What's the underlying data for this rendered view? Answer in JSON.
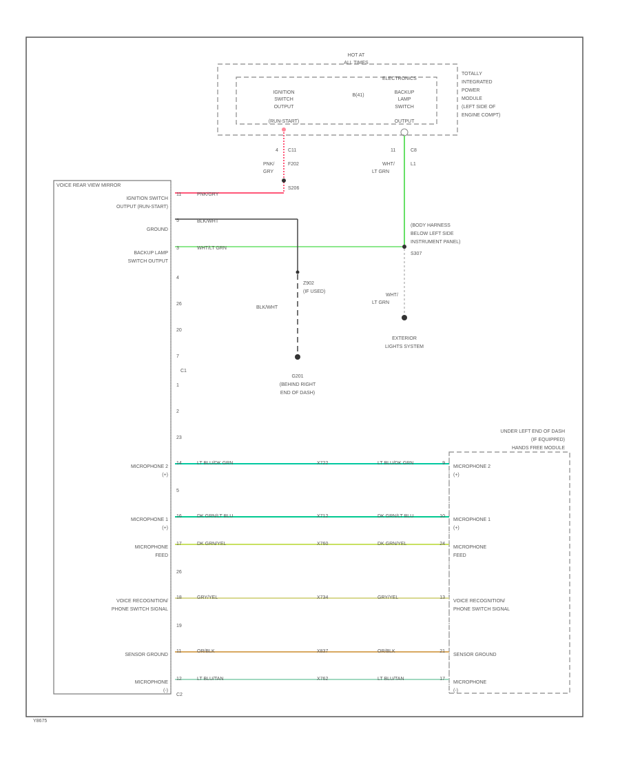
{
  "power_box": {
    "hot_at": [
      "HOT AT",
      "ALL TIMES"
    ],
    "module_name": [
      "TOTALLY",
      "INTEGRATED",
      "POWER",
      "MODULE",
      "(LEFT SIDE OF",
      "ENGINE COMPT)"
    ],
    "electronics_label": "ELECTRONICS",
    "connector_bu": "B(41)",
    "ignition_output": [
      "IGNITION",
      "SWITCH",
      "OUTPUT",
      "(RUN-START)"
    ],
    "backup_output": [
      "BACKUP",
      "LAMP",
      "SWITCH",
      "OUTPUT"
    ]
  },
  "upper_wires": {
    "ign_pin": "4",
    "ign_conn": "C11",
    "ign_color": [
      "PNK/",
      "GRY"
    ],
    "ign_circuit": "F202",
    "backup_pin": "11",
    "backup_conn": "C8",
    "backup_color": [
      "WHT/",
      "LT GRN"
    ],
    "backup_circuit": "L1",
    "splice_ign": "S206"
  },
  "mirror": {
    "title": "VOICE REAR VIEW MIRROR",
    "pins_left": [
      {
        "label": [
          "IGNITION SWITCH",
          "OUTPUT (RUN-START)"
        ],
        "pin": "11",
        "wire": "PNK/GRY"
      },
      {
        "label": [
          "GROUND"
        ],
        "pin": "5",
        "wire": "BLK/WHT"
      },
      {
        "label": [
          "BACKUP LAMP",
          "SWITCH OUTPUT"
        ],
        "pin": "3",
        "wire": "WHT/LT GRN"
      }
    ],
    "empty_pins": [
      "4",
      "26",
      "20",
      "7",
      "C1",
      "1",
      "2",
      "23"
    ],
    "connector_c1": "C1"
  },
  "ground": {
    "circuit": "Z902",
    "note": "(IF USED)",
    "wire": "BLK/WHT",
    "label": [
      "G201",
      "(BEHIND RIGHT",
      "END OF DASH)"
    ]
  },
  "body_harness": {
    "label": [
      "(BODY HARNESS",
      "BELOW LEFT SIDE",
      "INSTRUMENT PANEL)",
      "S307"
    ],
    "wire": [
      "WHT/",
      "LT GRN"
    ],
    "dest": [
      "EXTERIOR",
      "LIGHTS SYSTEM"
    ]
  },
  "handsfree": {
    "location": [
      "UNDER LEFT END OF DASH",
      "(IF EQUIPPED)",
      "HANDS FREE MODULE"
    ]
  },
  "signals": [
    {
      "left": [
        "MICROPHONE 2",
        "(+)"
      ],
      "pin_l": "14",
      "color": "LT BLU/DK GRN",
      "circuit": "X722",
      "color_r": "LT BLU/DK GRN",
      "pin_r": "9",
      "right": [
        "MICROPHONE 2",
        "(+)"
      ],
      "hex": "#00c8a0"
    },
    {
      "left": [
        "MICROPHONE 1",
        "(+)"
      ],
      "pin_l": "16",
      "color": "DK GRN/LT BLU",
      "circuit": "X712",
      "color_r": "DK GRN/LT BLU",
      "pin_r": "10",
      "right": [
        "MICROPHONE 1",
        "(+)"
      ],
      "hex": "#00c890"
    },
    {
      "left": [
        "MICROPHONE",
        "FEED"
      ],
      "pin_l": "17",
      "color": "DK GRN/YEL",
      "circuit": "X760",
      "color_r": "DK GRN/YEL",
      "pin_r": "24",
      "right": [
        "MICROPHONE",
        "FEED"
      ],
      "hex": "#c8e060"
    },
    {
      "left": [
        "VOICE RECOGNITION/",
        "PHONE SWITCH SIGNAL"
      ],
      "pin_l": "18",
      "color": "GRY/YEL",
      "circuit": "X734",
      "color_r": "GRY/YEL",
      "pin_r": "13",
      "right": [
        "VOICE RECOGNITION/",
        "PHONE SWITCH SIGNAL"
      ],
      "hex": "#d8d890"
    },
    {
      "left": [
        "SENSOR GROUND"
      ],
      "pin_l": "11",
      "color": "OR/BLK",
      "circuit": "X837",
      "color_r": "OR/BLK",
      "pin_r": "21",
      "right": [
        "SENSOR GROUND"
      ],
      "hex": "#d8a860"
    },
    {
      "left": [
        "MICROPHONE",
        "(-)"
      ],
      "pin_l": "12",
      "color": "LT BLU/TAN",
      "circuit": "X762",
      "color_r": "LT BLU/TAN",
      "pin_r": "17",
      "right": [
        "MICROPHONE",
        "(-)"
      ],
      "hex": "#a0d8c0"
    }
  ],
  "empty_pins_lower": [
    "5",
    "26",
    "19"
  ],
  "connector_c2": "C2",
  "footer_code": "Y8675",
  "colors": {
    "ign_wire": "#ff5577",
    "backup_wire": "#66e066",
    "ground_wire": "#444444",
    "frame": "#555555"
  }
}
